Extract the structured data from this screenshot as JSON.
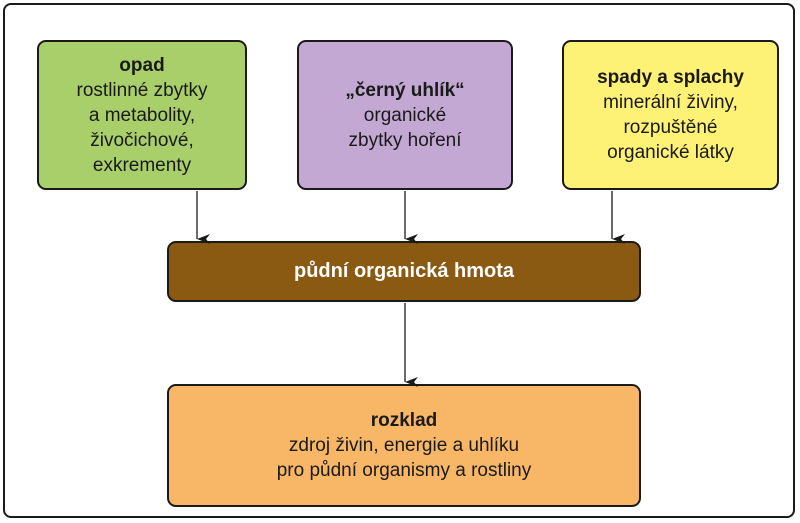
{
  "diagram": {
    "sources": [
      {
        "title": "opad",
        "lines": [
          "rostlinné zbytky",
          "a metabolity,",
          "živočichové,",
          "exkrementy"
        ],
        "color": "#a9cf6a"
      },
      {
        "title": "„černý uhlík“",
        "lines": [
          "organické",
          "zbytky hoření"
        ],
        "color": "#c4a8d4"
      },
      {
        "title": "spady a splachy",
        "lines": [
          "minerální živiny,",
          "rozpuštěné",
          "organické látky"
        ],
        "color": "#fef276"
      }
    ],
    "center": {
      "label": "půdní organická hmota",
      "color": "#8b5a12"
    },
    "result": {
      "title": "rozklad",
      "lines": [
        "zdroj živin, energie a uhlíku",
        "pro půdní organismy a rostliny"
      ],
      "color": "#f7b767"
    }
  }
}
